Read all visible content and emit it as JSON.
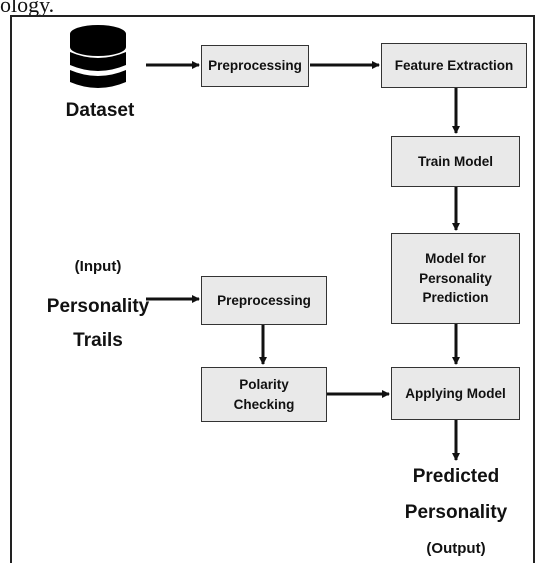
{
  "header_fragment": "ology.",
  "dataset": {
    "icon": "database-icon",
    "label": "Dataset"
  },
  "boxes": {
    "preprocessing_top": "Preprocessing",
    "feature_extraction": "Feature Extraction",
    "train_model": "Train Model",
    "model_for_prediction": "Model for\nPersonality\nPrediction",
    "preprocessing_bottom": "Preprocessing",
    "polarity_checking": "Polarity\nChecking",
    "applying_model": "Applying Model"
  },
  "input": {
    "tag": "(Input)",
    "title_line1": "Personality",
    "title_line2": "Trails"
  },
  "output": {
    "title_line1": "Predicted",
    "title_line2": "Personality",
    "tag": "(Output)"
  },
  "colors": {
    "box_fill": "#e9e9e9",
    "stroke": "#111111"
  }
}
